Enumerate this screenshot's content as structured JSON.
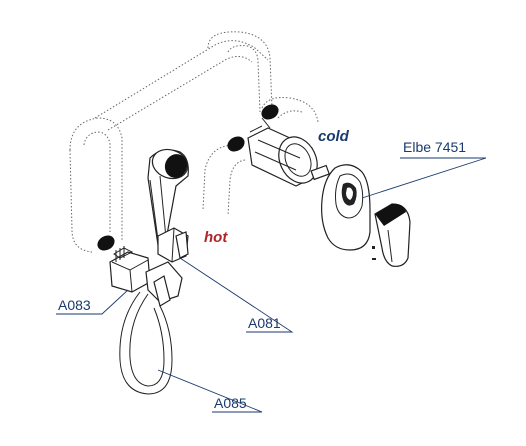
{
  "labels": {
    "cold": "cold",
    "hot": "hot",
    "elbe": "Elbe 7451",
    "a083": "A083",
    "a081": "A081",
    "a085": "A085"
  },
  "colors": {
    "label_blue": "#1a3a6e",
    "hot_red": "#b0252a",
    "line": "#222222"
  }
}
